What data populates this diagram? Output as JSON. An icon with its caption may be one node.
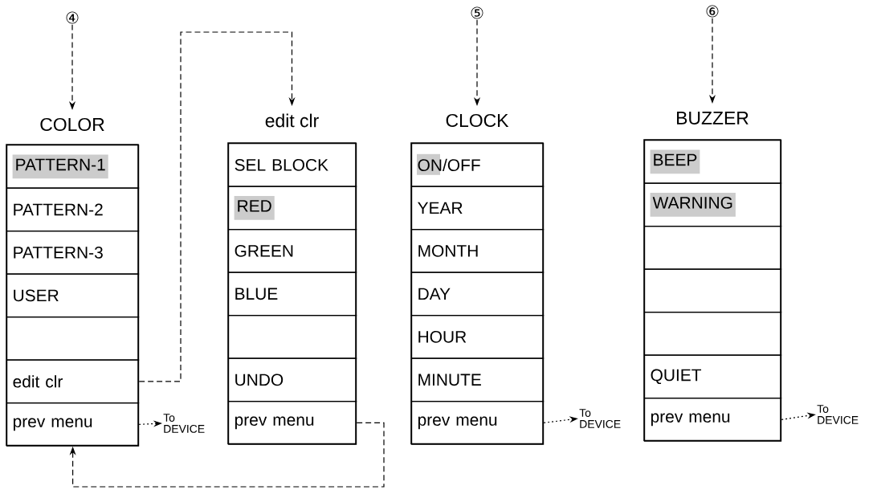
{
  "diagram": {
    "nodes": [
      {
        "text": [
          "④"
        ]
      },
      {
        "text": [
          "COLOR"
        ]
      },
      {
        "text": [
          "PATTERN-1"
        ],
        "in": 1
      },
      {
        "text": [
          "PATTERN-2"
        ],
        "in": 1
      },
      {
        "text": [
          "PATTERN-3"
        ],
        "in": 1
      },
      {
        "text": [
          "USER"
        ],
        "in": 1
      },
      {
        "text": [],
        "shape": "box",
        "in": 1
      },
      {
        "text": [
          "edit clr"
        ],
        "in": 1
      },
      {
        "text": [
          "prev menu"
        ],
        "in": 1
      },
      {
        "text": [
          "To DEVICE"
        ]
      },
      {
        "text": [
          "edit clr"
        ]
      },
      {
        "text": [
          "SEL BLOCK"
        ],
        "in": 10
      },
      {
        "text": [
          "RED"
        ],
        "in": 10
      },
      {
        "text": [
          "GREEN"
        ],
        "in": 10
      },
      {
        "text": [
          "BLUE"
        ],
        "in": 10
      },
      {
        "text": [],
        "shape": "box",
        "in": 10
      },
      {
        "text": [
          "UNDO"
        ],
        "in": 10
      },
      {
        "text": [
          "prev menu"
        ],
        "in": 10
      },
      {
        "text": [
          "⑤"
        ]
      },
      {
        "text": [
          "CLOCK"
        ]
      },
      {
        "text": [
          "ON/OFF"
        ],
        "in": 19
      },
      {
        "text": [
          "YEAR"
        ],
        "in": 19
      },
      {
        "text": [
          "MONTH"
        ],
        "in": 19
      },
      {
        "text": [
          "DAY"
        ],
        "in": 19
      },
      {
        "text": [
          "HOUR"
        ],
        "in": 19
      },
      {
        "text": [
          "MINUTE"
        ],
        "in": 19
      },
      {
        "text": [
          "prev menu"
        ],
        "in": 19
      },
      {
        "text": [
          "To DEVICE"
        ]
      },
      {
        "text": [
          "⑥"
        ]
      },
      {
        "text": [
          "BUZZER"
        ]
      },
      {
        "text": [
          "BEEP"
        ],
        "in": 29
      },
      {
        "text": [
          "WARNING"
        ],
        "in": 29
      },
      {
        "text": [],
        "shape": "box",
        "in": 29
      },
      {
        "text": [],
        "shape": "box",
        "in": 29
      },
      {
        "text": [],
        "shape": "box",
        "in": 29
      },
      {
        "text": [
          "QUIET"
        ],
        "in": 29
      },
      {
        "text": [
          "prev menu"
        ],
        "in": 29
      },
      {
        "text": [
          "To DEVICE"
        ]
      }
    ],
    "edges": [
      {
        "from": 0,
        "to": 1,
        "arrow": "to",
        "style": "dashed"
      },
      {
        "from": 7,
        "to": 10,
        "arrow": "to",
        "style": "dashed"
      },
      {
        "from": 8,
        "to": 9,
        "arrow": "to"
      },
      {
        "from": 17,
        "to": 8,
        "arrow": "to",
        "style": "dashed"
      },
      {
        "from": 18,
        "to": 19,
        "arrow": "to",
        "style": "dashed"
      },
      {
        "from": 26,
        "to": 27,
        "arrow": "to"
      },
      {
        "from": 28,
        "to": 29,
        "arrow": "to",
        "style": "dashed"
      },
      {
        "from": 36,
        "to": 37,
        "arrow": "to"
      }
    ]
  }
}
